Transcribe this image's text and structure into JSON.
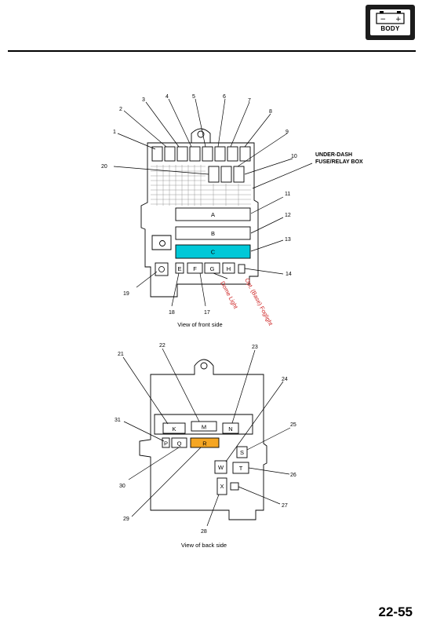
{
  "header": {
    "badge_label": "BODY",
    "badge_minus": "−",
    "badge_plus": "+",
    "page_number": "22-55"
  },
  "front_view": {
    "title_line1": "UNDER-DASH",
    "title_line2": "FUSE/RELAY BOX",
    "caption": "View of front side",
    "callouts": [
      "1",
      "2",
      "3",
      "4",
      "5",
      "6",
      "7",
      "8",
      "9",
      "10",
      "11",
      "12",
      "13",
      "14",
      "17",
      "18",
      "19",
      "20"
    ],
    "slots": [
      "A",
      "B",
      "C",
      "E",
      "F",
      "G",
      "H"
    ],
    "annotations": [
      "Dome Light",
      "Opt. (Base) Foglight"
    ]
  },
  "back_view": {
    "caption": "View of back side",
    "callouts": [
      "21",
      "22",
      "23",
      "24",
      "25",
      "26",
      "27",
      "28",
      "29",
      "30",
      "31"
    ],
    "slots": [
      "K",
      "M",
      "N",
      "P",
      "Q",
      "R",
      "S",
      "T",
      "W",
      "X"
    ]
  },
  "colors": {
    "highlight_c": "#00c8d8",
    "highlight_r": "#f5a623",
    "annotation_red": "#cc1f1f"
  }
}
